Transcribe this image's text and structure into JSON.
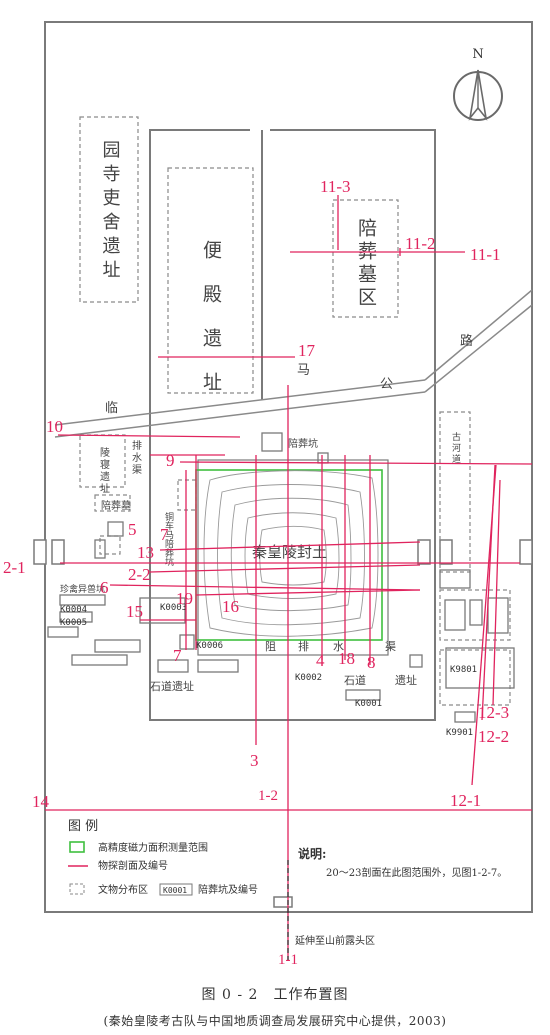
{
  "colors": {
    "profile_line": "#e0245e",
    "boundary": "#7a7a7a",
    "survey_area": "#3fbf3f",
    "text": "#444444",
    "paper": "#ffffff"
  },
  "compass": {
    "label": "N"
  },
  "areas": {
    "yuansi": "园寺吏舍遗址",
    "biandian": "便殿遗址",
    "peizang": "陪葬墓区",
    "lingqin": "陵寝遗址",
    "mound": "秦皇陵封土",
    "paishuiqu_left": "排水渠",
    "paishuiqu_bottom": [
      "阻",
      "排",
      "水",
      "渠"
    ],
    "shidao_left": "石道遗址",
    "shidao_right": [
      "石道",
      "遗址"
    ],
    "peizangkeng": "陪葬坑",
    "peizangmu": "陪葬墓",
    "tongchema": "铜车马陪葬坑",
    "zhenqin": "珍禽异兽坑",
    "road_ma": "马",
    "road_gong": "公",
    "road_lu": "路",
    "road_lin": "临",
    "hedao": "古河道"
  },
  "pits": [
    "K0004",
    "K0005",
    "K0003",
    "K0006",
    "K0002",
    "K0001",
    "K9801",
    "K9901"
  ],
  "profiles": [
    "1-1",
    "1-2",
    "2-1",
    "2-2",
    "3",
    "4",
    "5",
    "6",
    "7",
    "7",
    "8",
    "9",
    "10",
    "11-1",
    "11-2",
    "11-3",
    "12-1",
    "12-2",
    "12-3",
    "13",
    "14",
    "15",
    "16",
    "17",
    "18",
    "19"
  ],
  "legend": {
    "title": "图 例",
    "items": [
      "高精度磁力面积测量范围",
      "物探剖面及编号",
      "文物分布区",
      "陪葬坑及编号"
    ],
    "pit_sample": "K0001"
  },
  "note": {
    "title": "说明:",
    "text": "20～23剖面在此图范围外，见图1-2-7。"
  },
  "extension": "延伸至山前露头区",
  "caption": {
    "title": "图 0 - 2　工作布置图",
    "source": "(秦始皇陵考古队与中国地质调查局发展研究中心提供，2003)"
  }
}
